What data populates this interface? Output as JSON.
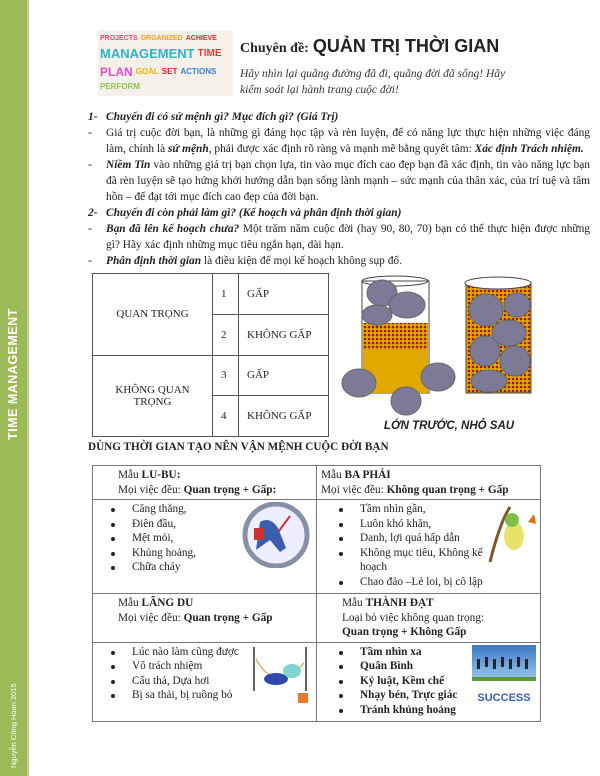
{
  "sidebar": {
    "title": "TIME MANAGEMENT",
    "author": "Nguyễn Công Hoan 2015",
    "color": "#9bbb59"
  },
  "logo": {
    "words": [
      "PROJECTS",
      "ORGANIZED",
      "TIME",
      "MANAGEMENT",
      "PLAN",
      "ACTIONS",
      "SET",
      "GOAL",
      "ACHIEVE",
      "PERFORM"
    ]
  },
  "header": {
    "label": "Chuyên đề:",
    "title": "QUẢN TRỊ THỜI GIAN",
    "subtitle": "Hãy nhìn lại quãng đường đã đi, quãng đời đã sống! Hãy kiểm soát lại hành trang cuộc đời!"
  },
  "section1": {
    "heading": "Chuyến đi có sứ mệnh gì? Mục đích gì? (Giá Trị)",
    "num": "1-",
    "p1": {
      "a": "Giá trị cuộc đời bạn, là những gì đáng học tập và rèn luyện, để có năng lực thực hiện những việc đáng làm, chính là ",
      "b": "sứ mệnh",
      "c": ", phải được xác định rõ ràng và mạnh mẽ bằng quyết tâm: ",
      "d": "Xác định Trách nhiệm."
    },
    "p2": {
      "a": "Niềm Tin",
      "b": " vào những giá trị bạn chọn lựa, tin vào mục đích cao đẹp bạn đã xác định, tin vào năng lực bạn đã rèn luyện sẽ tạo hứng khởi hướng dẫn bạn sống lành mạnh – sức mạnh của thân xác, của trí tuệ và tâm hồn – để đạt tới mục đích cao đẹp của đời bạn."
    }
  },
  "section2": {
    "heading": "Chuyến đi còn phải làm gì? (Kế hoạch và phân định thời gian)",
    "num": "2-",
    "p1": {
      "a": "Bạn đã lên kế hoạch chưa?",
      "b": " Một trăm năm cuộc đời (hay 90, 80, 70) bạn có thể thực hiện được những gì? Hãy xác định những mục tiêu ngắn hạn, dài hạn."
    },
    "p2": {
      "a": "Phân định thời gian",
      "b": " là điều kiện để mọi kế hoạch không sụp đổ."
    }
  },
  "dash": "-",
  "matrix": {
    "groups": [
      "QUAN TRỌNG",
      "KHÔNG QUAN TRỌNG"
    ],
    "rows": [
      {
        "n": "1",
        "label": "GẤP"
      },
      {
        "n": "2",
        "label": "KHÔNG GẤP"
      },
      {
        "n": "3",
        "label": "GẤP"
      },
      {
        "n": "4",
        "label": "KHÔNG GẤP"
      }
    ]
  },
  "jars_caption": "LỚN TRƯỚC, NHỎ SAU",
  "section3_heading": "DÙNG THỜI GIAN TẠO NÊN VẬN MỆNH CUỘC ĐỜI BẠN",
  "models": [
    {
      "prefix": "Mẫu ",
      "name": "LU-BU:",
      "line_prefix": "Mọi việc đều: ",
      "line_bold": "Quan trọng + Gấp:",
      "items": [
        "Căng thẳng,",
        "Điên đầu,",
        "Mệt mỏi,",
        "Khủng hoảng,",
        "Chữa cháy"
      ]
    },
    {
      "prefix": "Mẫu ",
      "name": "BA PHẢI",
      "line_prefix": "Mọi việc đều: ",
      "line_bold": "Không quan trọng + Gấp",
      "items": [
        "Tầm nhìn gần,",
        "Luôn khó khăn,",
        "Danh, lợi quá hấp dẫn",
        "Không mục tiêu, Không kế hoạch",
        "Chao đảo –Lẻ loi, bị cô lập"
      ]
    },
    {
      "prefix": "Mẫu ",
      "name": "LÃNG DU",
      "line_prefix": "Mọi việc đều: ",
      "line_bold": "Quan trọng + Gấp",
      "items": [
        "Lúc nào làm cũng được",
        "Vô trách nhiệm",
        "Cẩu thả, Dựa hơi",
        "Bị sa thải, bị ruồng bỏ"
      ]
    },
    {
      "prefix": "Mẫu ",
      "name": "THÀNH ĐẠT",
      "line_prefix": "Loại bỏ việc không quan trọng:",
      "line_bold": "Quan trọng + Không Gấp",
      "items": [
        "Tầm nhìn xa",
        "Quân Bình",
        "Kỷ luật, Kềm chế",
        "Nhạy bén, Trực giác",
        "Tránh khủng hoảng"
      ]
    }
  ],
  "success_text": "SUCCESS"
}
